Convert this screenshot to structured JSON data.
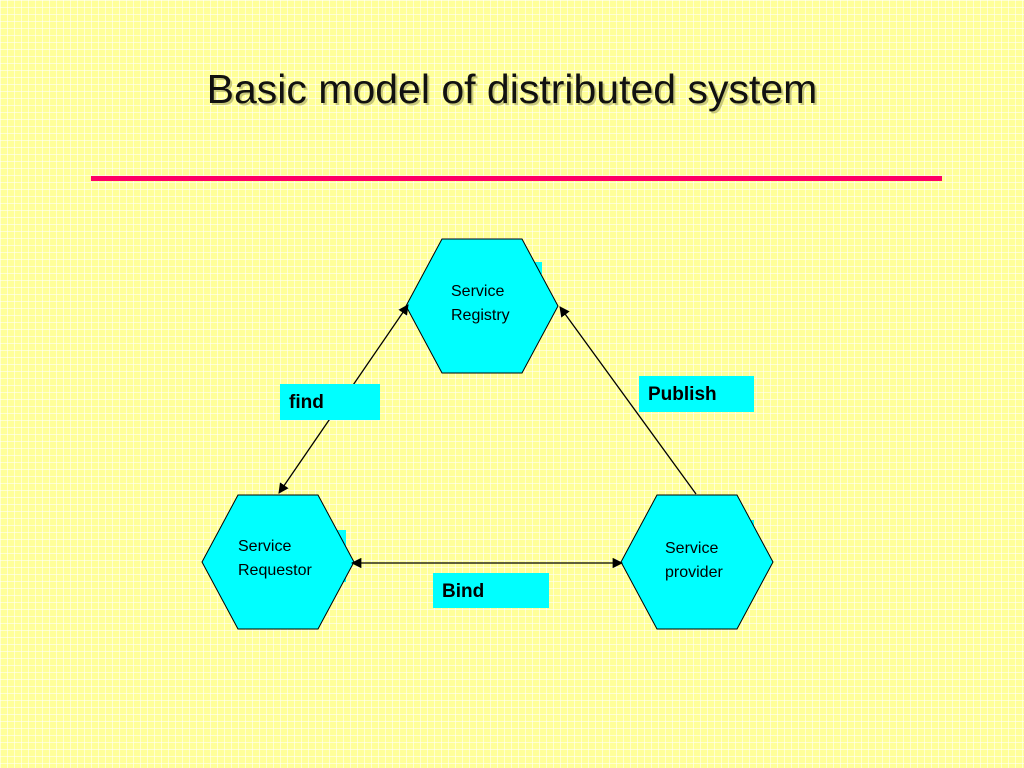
{
  "title": "Basic model of distributed system",
  "colors": {
    "background": "#ffff99",
    "rule": "#ff0066",
    "node": "#00ffff",
    "label": "#00ffff"
  },
  "nodes": {
    "registry": "Service\nRegistry",
    "requestor": "Service\nRequestor",
    "provider": "Service\nprovider"
  },
  "edges": {
    "find": "find",
    "publish": "Publish",
    "bind": "Bind"
  }
}
